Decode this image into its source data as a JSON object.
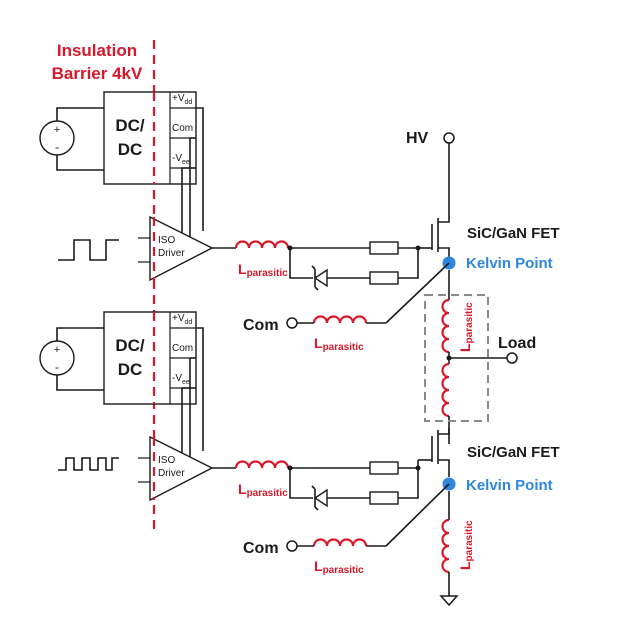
{
  "barrier": {
    "line1": "Insulation",
    "line2": "Barrier 4kV"
  },
  "dcdc": {
    "line1": "DC/",
    "line2": "DC",
    "vdd": "+V",
    "vdd_sub": "dd",
    "com": "Com",
    "vee": "-V",
    "vee_sub": "ee"
  },
  "driver": {
    "line1": "ISO",
    "line2": "Driver"
  },
  "source": {
    "plus": "+",
    "minus": "-"
  },
  "parasitic": {
    "main": "L",
    "sub": "parasitic"
  },
  "labels": {
    "hv": "HV",
    "fet": "SiC/GaN FET",
    "kelvin": "Kelvin Point",
    "com": "Com",
    "load": "Load"
  },
  "colors": {
    "red": "#d6182a",
    "blue": "#2e86de",
    "dash_gray": "#8a8a8a"
  }
}
